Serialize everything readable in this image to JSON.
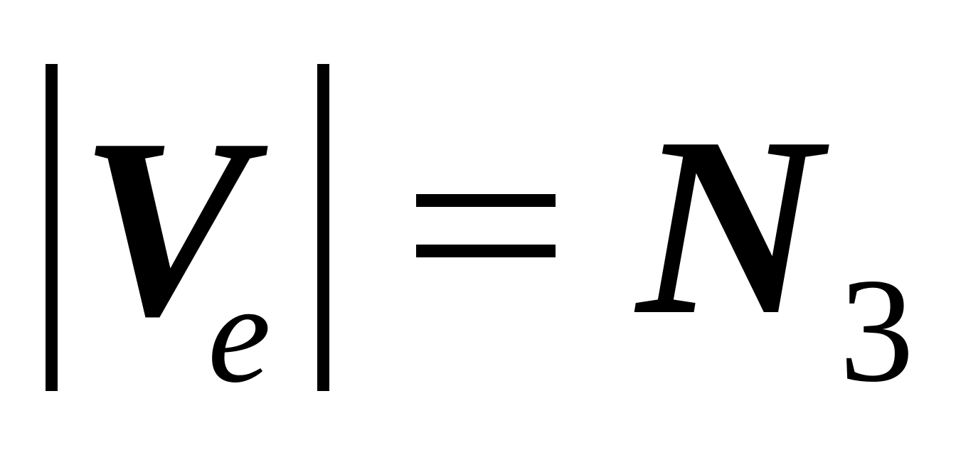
{
  "equation": {
    "lhs": {
      "variable": "V",
      "subscript": "e"
    },
    "operator": "=",
    "rhs": {
      "variable": "N",
      "subscript": "3"
    }
  },
  "colors": {
    "background": "#ffffff",
    "ink": "#000000"
  }
}
